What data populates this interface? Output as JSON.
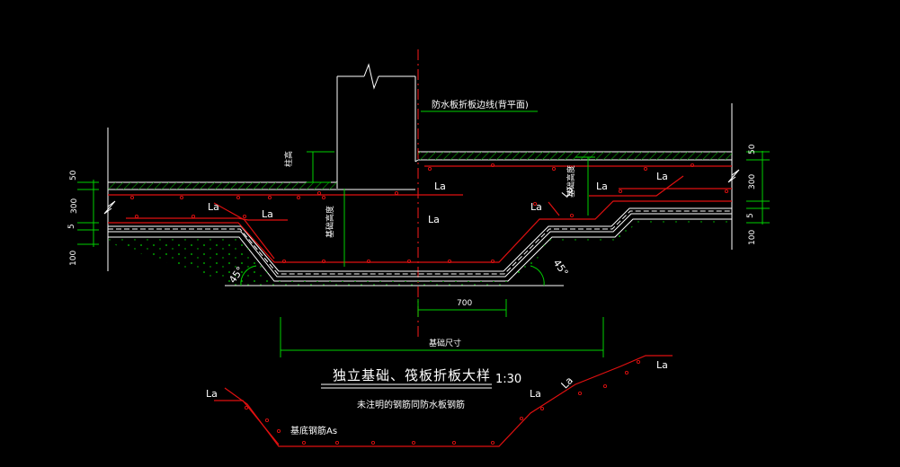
{
  "drawing": {
    "title": "独立基础、筏板折板大样",
    "scale": "1:30",
    "note": "未注明的钢筋同防水板钢筋",
    "waterproof_note": "防水板折板边线(背平面)",
    "foundation_size_label": "基础尺寸",
    "bottom_rebar_label": "基底钢筋As",
    "thickness_left_label": "基础高度",
    "thickness_right_label": "基础高度",
    "column_small_label": "柱高",
    "la": "La",
    "angle_left": "45°",
    "angle_right": "45°",
    "dim_700": "700",
    "left_dims": [
      "50",
      "300",
      "5",
      "100"
    ],
    "right_dims": [
      "50",
      "300",
      "5",
      "100"
    ]
  },
  "colors": {
    "background": "#000000",
    "structure": "#ffffff",
    "rebar": "#e01010",
    "dimension": "#00e000",
    "axis": "#e01010",
    "hatch": "#00c000",
    "concrete_dots": "#00d000"
  }
}
